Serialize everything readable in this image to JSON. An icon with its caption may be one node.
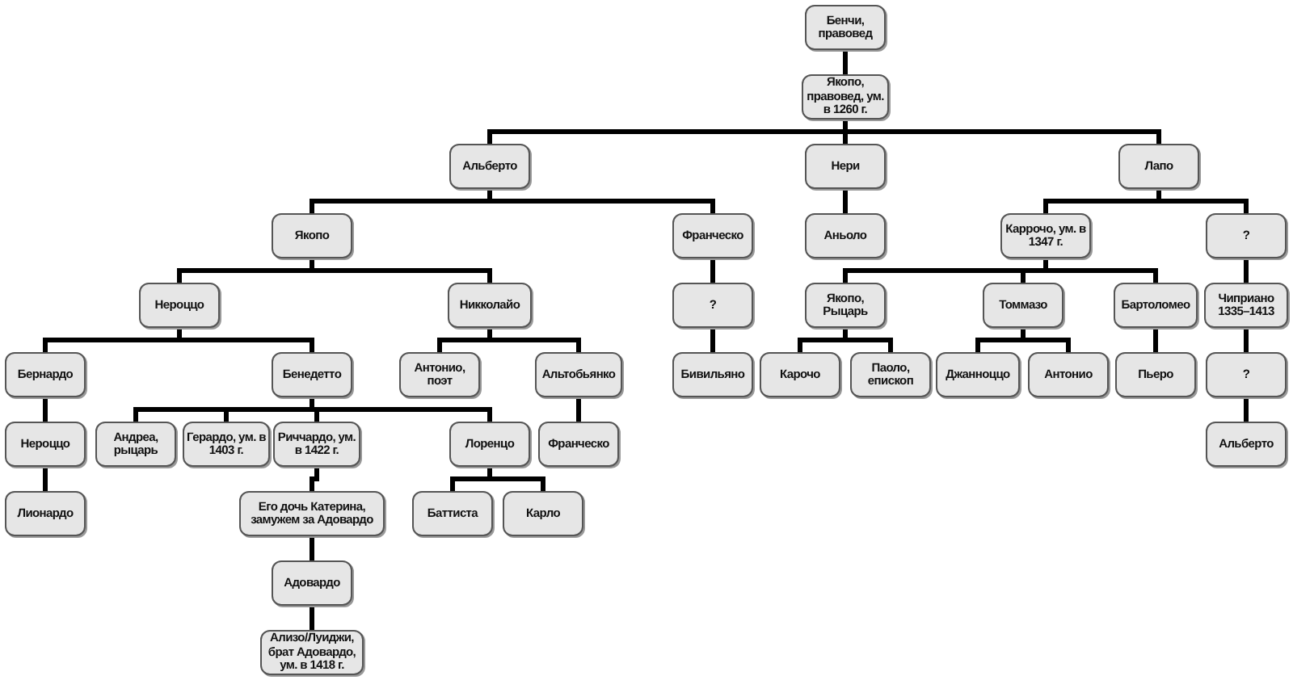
{
  "diagram": {
    "nodes": [
      {
        "text": [
          "Бенчи, правовед"
        ]
      },
      {
        "text": [
          "Якопо, правовед, ум. в 1260 г."
        ]
      },
      {
        "text": [
          "Альберто"
        ]
      },
      {
        "text": [
          "Нери"
        ]
      },
      {
        "text": [
          "Лапо"
        ]
      },
      {
        "text": [
          "Якопо"
        ]
      },
      {
        "text": [
          "Франческо"
        ]
      },
      {
        "text": [
          "Аньоло"
        ]
      },
      {
        "text": [
          "Каррочо, ум. в 1347 г."
        ]
      },
      {
        "text": [
          "?"
        ]
      },
      {
        "text": [
          "Нероццо"
        ]
      },
      {
        "text": [
          "Никколайо"
        ]
      },
      {
        "text": [
          "?"
        ]
      },
      {
        "text": [
          "Якопо, Рыцарь"
        ]
      },
      {
        "text": [
          "Томмазо"
        ]
      },
      {
        "text": [
          "Бартоломео"
        ]
      },
      {
        "text": [
          "Чиприано 1335–1413"
        ]
      },
      {
        "text": [
          "Бернардо"
        ]
      },
      {
        "text": [
          "Бенедетто"
        ]
      },
      {
        "text": [
          "Антонио, поэт"
        ]
      },
      {
        "text": [
          "Альтобьянко"
        ]
      },
      {
        "text": [
          "Бивильяно"
        ]
      },
      {
        "text": [
          "Карочо"
        ]
      },
      {
        "text": [
          "Паоло, епископ"
        ]
      },
      {
        "text": [
          "Джанноццо"
        ]
      },
      {
        "text": [
          "Антонио"
        ]
      },
      {
        "text": [
          "Пьеро"
        ]
      },
      {
        "text": [
          "?"
        ]
      },
      {
        "text": [
          "Нероццо"
        ]
      },
      {
        "text": [
          "Андреа, рыцарь"
        ]
      },
      {
        "text": [
          "Герардо, ум. в 1403 г."
        ]
      },
      {
        "text": [
          "Риччардо, ум. в 1422 г."
        ]
      },
      {
        "text": [
          "Лоренцо"
        ]
      },
      {
        "text": [
          "Франческо"
        ]
      },
      {
        "text": [
          "Альберто"
        ]
      },
      {
        "text": [
          "Лионардо"
        ]
      },
      {
        "text": [
          "Его дочь Катерина, замужем за Адовардо"
        ]
      },
      {
        "text": [
          "Баттиста"
        ]
      },
      {
        "text": [
          "Карло"
        ]
      },
      {
        "text": [
          "Адовардо"
        ]
      },
      {
        "text": [
          "Ализо/Луиджи, брат Адовардо, ум. в 1418 г."
        ]
      }
    ],
    "edges": [
      {
        "from": 0,
        "to": 1,
        "arrow": "none"
      },
      {
        "from": 1,
        "to": 2,
        "arrow": "none"
      },
      {
        "from": 1,
        "to": 3,
        "arrow": "none"
      },
      {
        "from": 1,
        "to": 4,
        "arrow": "none"
      },
      {
        "from": 2,
        "to": 5,
        "arrow": "none"
      },
      {
        "from": 2,
        "to": 6,
        "arrow": "none"
      },
      {
        "from": 3,
        "to": 7,
        "arrow": "none"
      },
      {
        "from": 4,
        "to": 8,
        "arrow": "none"
      },
      {
        "from": 4,
        "to": 9,
        "arrow": "none"
      },
      {
        "from": 5,
        "to": 10,
        "arrow": "none"
      },
      {
        "from": 5,
        "to": 11,
        "arrow": "none"
      },
      {
        "from": 6,
        "to": 12,
        "arrow": "none"
      },
      {
        "from": 8,
        "to": 13,
        "arrow": "none"
      },
      {
        "from": 8,
        "to": 14,
        "arrow": "none"
      },
      {
        "from": 8,
        "to": 15,
        "arrow": "none"
      },
      {
        "from": 9,
        "to": 16,
        "arrow": "none"
      },
      {
        "from": 10,
        "to": 17,
        "arrow": "none"
      },
      {
        "from": 10,
        "to": 18,
        "arrow": "none"
      },
      {
        "from": 11,
        "to": 19,
        "arrow": "none"
      },
      {
        "from": 11,
        "to": 20,
        "arrow": "none"
      },
      {
        "from": 12,
        "to": 21,
        "arrow": "none"
      },
      {
        "from": 13,
        "to": 22,
        "arrow": "none"
      },
      {
        "from": 13,
        "to": 23,
        "arrow": "none"
      },
      {
        "from": 14,
        "to": 24,
        "arrow": "none"
      },
      {
        "from": 14,
        "to": 25,
        "arrow": "none"
      },
      {
        "from": 15,
        "to": 26,
        "arrow": "none"
      },
      {
        "from": 16,
        "to": 27,
        "arrow": "none"
      },
      {
        "from": 17,
        "to": 28,
        "arrow": "none"
      },
      {
        "from": 18,
        "to": 29,
        "arrow": "none"
      },
      {
        "from": 18,
        "to": 30,
        "arrow": "none"
      },
      {
        "from": 18,
        "to": 31,
        "arrow": "none"
      },
      {
        "from": 18,
        "to": 32,
        "arrow": "none"
      },
      {
        "from": 20,
        "to": 33,
        "arrow": "none"
      },
      {
        "from": 27,
        "to": 34,
        "arrow": "none"
      },
      {
        "from": 28,
        "to": 35,
        "arrow": "none"
      },
      {
        "from": 31,
        "to": 36,
        "arrow": "none"
      },
      {
        "from": 32,
        "to": 37,
        "arrow": "none"
      },
      {
        "from": 32,
        "to": 38,
        "arrow": "none"
      },
      {
        "from": 36,
        "to": 39,
        "arrow": "none"
      },
      {
        "from": 39,
        "to": 40,
        "arrow": "none"
      }
    ]
  }
}
